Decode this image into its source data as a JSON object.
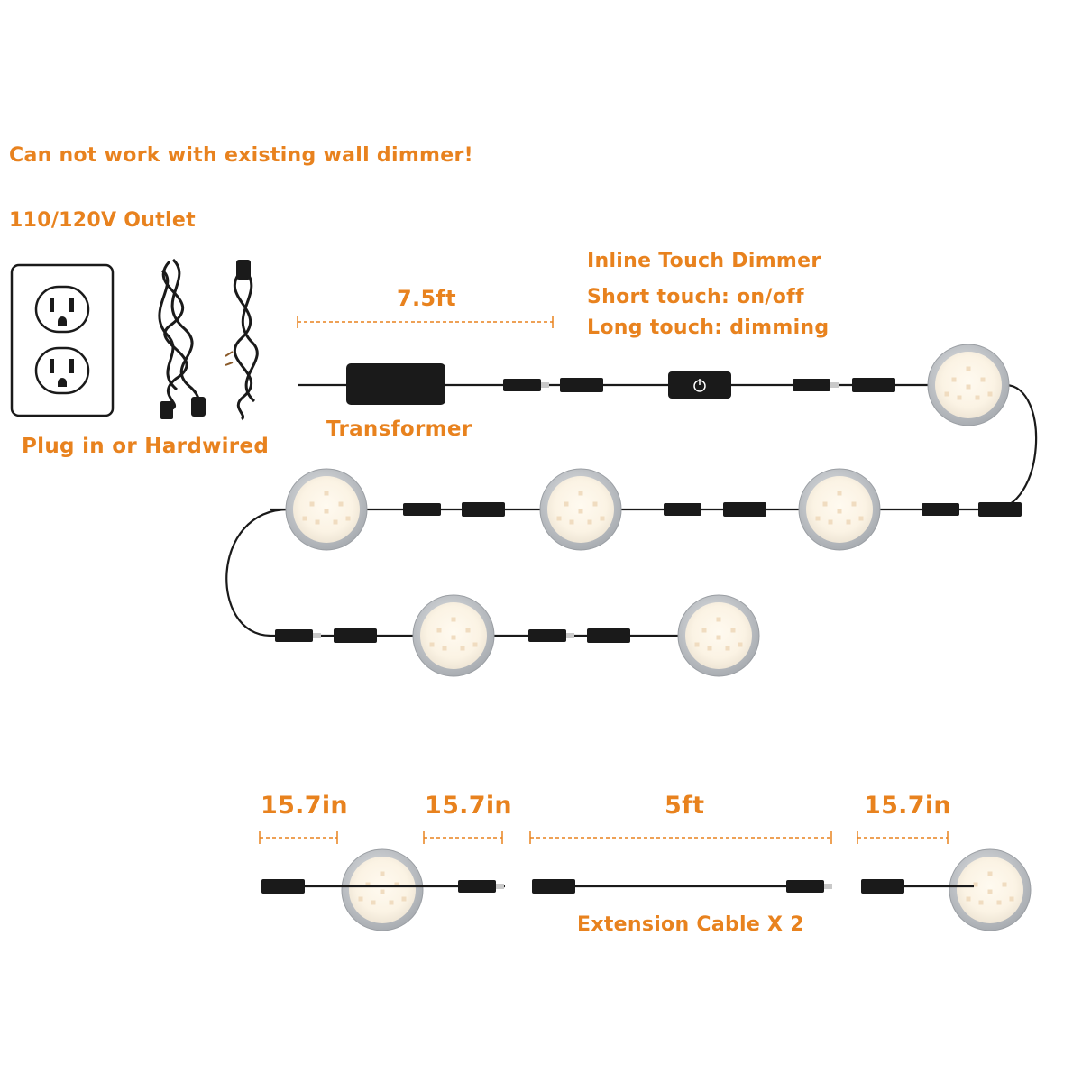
{
  "labels": {
    "warning": "Can not work with existing wall dimmer!",
    "outlet": "110/120V Outlet",
    "plug_or_hardwired": "Plug in or Hardwired",
    "transformer": "Transformer",
    "transformer_cable_length": "7.5ft",
    "dimmer_title": "Inline Touch Dimmer",
    "dimmer_short_touch": "Short touch: on/off",
    "dimmer_long_touch": "Long touch: dimming",
    "components": {
      "light_input_length": "15.7in",
      "light_output_length": "15.7in",
      "extension_length": "5ft",
      "last_light_length": "15.7in",
      "extension_caption": "Extension Cable X 2"
    }
  },
  "colors": {
    "accent": "#E8821E",
    "cable": "#1a1a1a",
    "housing": "#b9bcc0",
    "lens": "#fbf3e4"
  },
  "icons": {
    "outlet": "outlet-icon",
    "plug_cord": "plug-cord-icon",
    "hardwire_cord": "hardwire-cord-icon",
    "transformer": "transformer-icon",
    "dimmer": "dimmer-power-icon",
    "light": "puck-light-icon"
  }
}
